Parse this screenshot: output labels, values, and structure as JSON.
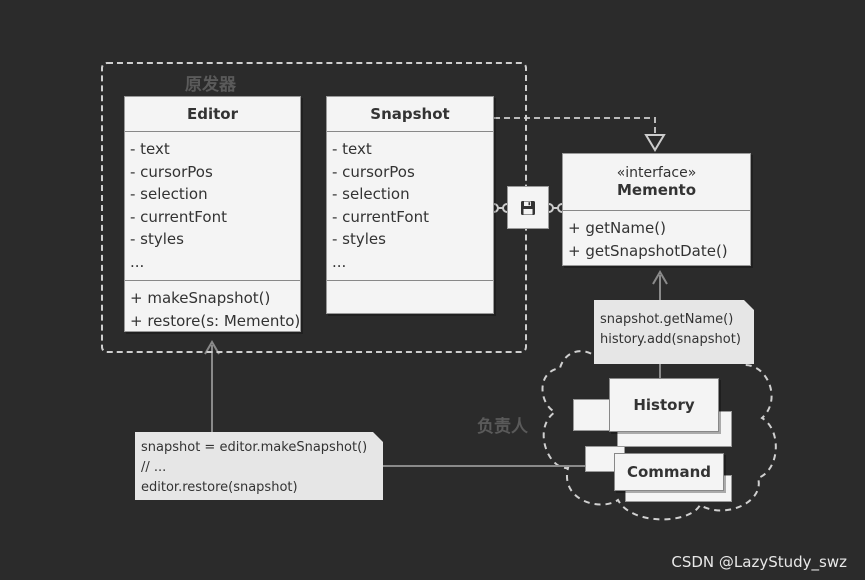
{
  "originator_label": "原发器",
  "caretaker_label": "负责人",
  "editor": {
    "title": "Editor",
    "fields": [
      "- text",
      "- cursorPos",
      "- selection",
      "- currentFont",
      "- styles",
      "..."
    ],
    "methods": [
      "+ makeSnapshot()",
      "+ restore(s: Memento)"
    ]
  },
  "snapshot": {
    "title": "Snapshot",
    "fields": [
      "- text",
      "- cursorPos",
      "- selection",
      "- currentFont",
      "- styles",
      "..."
    ]
  },
  "memento": {
    "stereotype": "«interface»",
    "title": "Memento",
    "methods": [
      "+ getName()",
      "+ getSnapshotDate()"
    ]
  },
  "note_history": [
    "snapshot.getName()",
    "history.add(snapshot)"
  ],
  "note_editor": [
    "snapshot = editor.makeSnapshot()",
    "// ...",
    "editor.restore(snapshot)"
  ],
  "history_label": "History",
  "command_label": "Command",
  "save_icon": "floppy-disk-icon",
  "watermark": "CSDN @LazyStudy_swz"
}
